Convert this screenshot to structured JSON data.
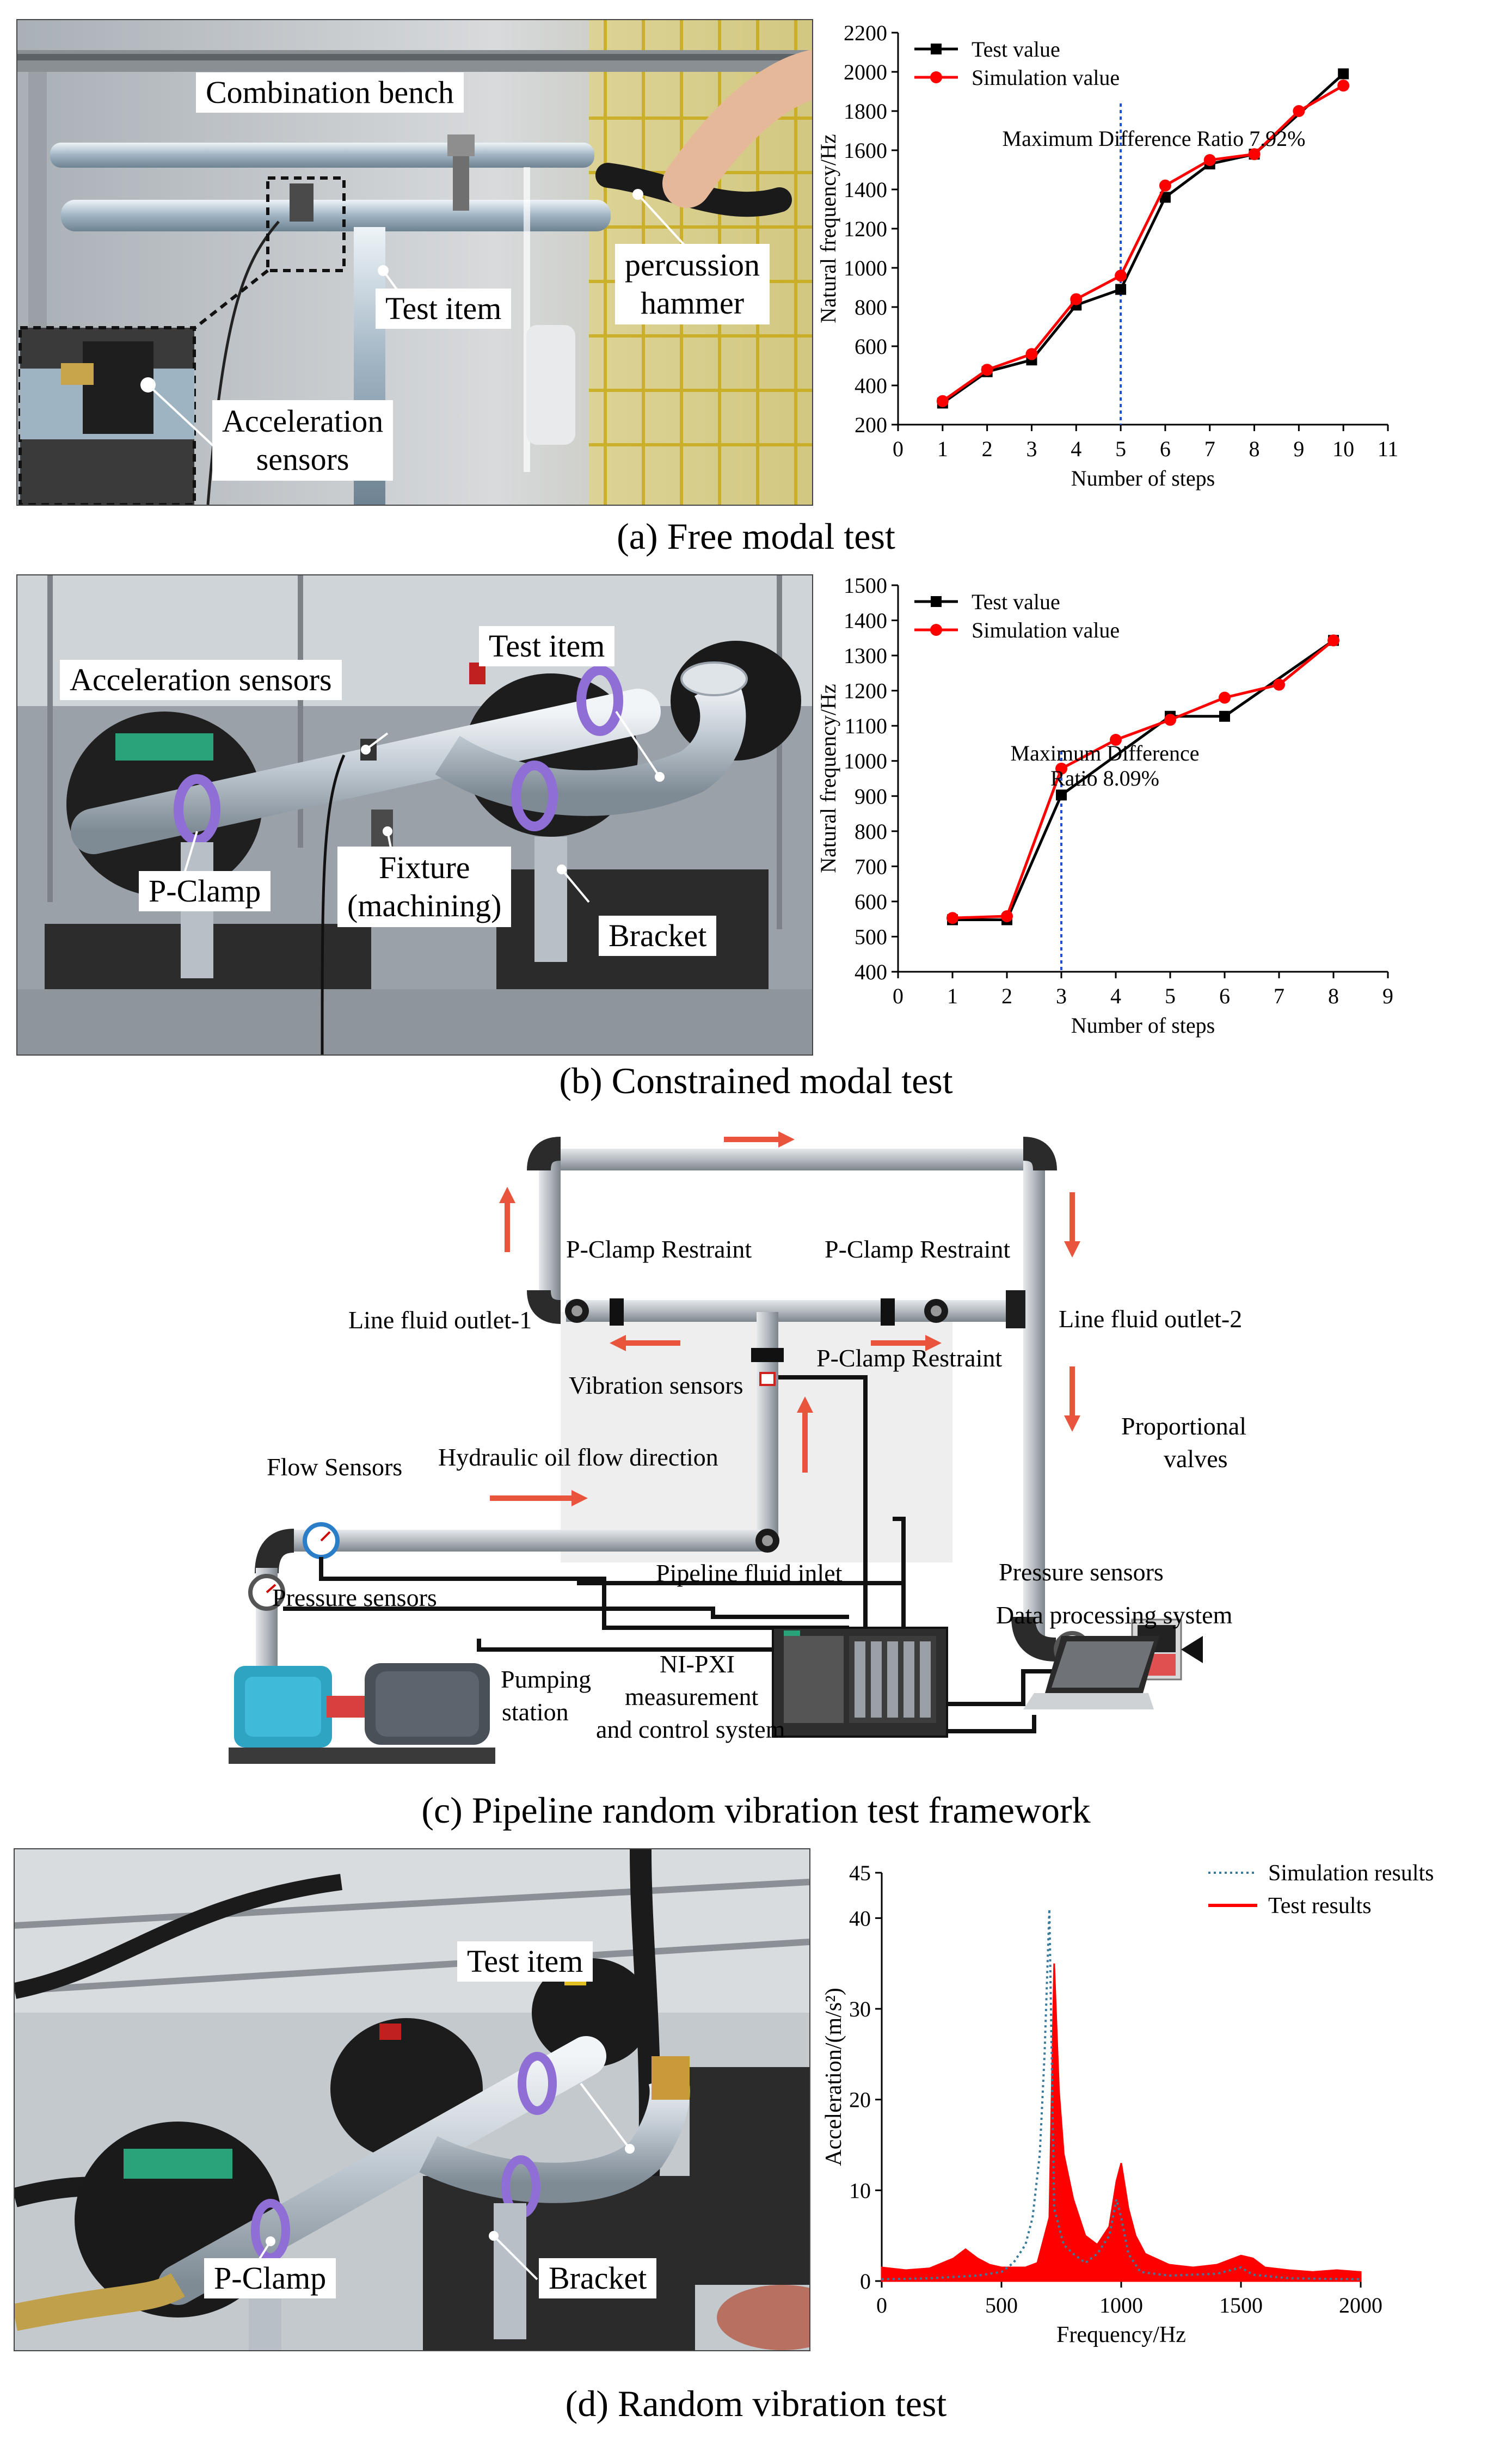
{
  "panel_a": {
    "caption": "(a) Free modal test",
    "labels": {
      "bench": "Combination bench",
      "test_item": "Test item",
      "hammer": [
        "percussion",
        "hammer"
      ],
      "sensors": [
        "Acceleration",
        "sensors"
      ]
    },
    "annotation": "Maximum Difference Ratio 7.92%"
  },
  "panel_b": {
    "caption": "(b) Constrained modal test",
    "labels": {
      "test_item": "Test item",
      "sensors": "Acceleration sensors",
      "pclamp": "P-Clamp",
      "fixture": [
        "Fixture",
        "(machining)"
      ],
      "bracket": "Bracket"
    },
    "annotation": [
      "Maximum Difference",
      "Ratio 8.09%"
    ]
  },
  "panel_c": {
    "caption": "(c) Pipeline random vibration test framework",
    "labels": {
      "pclamp1": "P-Clamp Restraint",
      "pclamp2": "P-Clamp Restraint",
      "pclamp3": "P-Clamp Restraint",
      "outlet1": "Line fluid outlet-1",
      "outlet2": "Line fluid outlet-2",
      "vibration": "Vibration sensors",
      "flow_sensors": "Flow Sensors",
      "oil_flow": "Hydraulic oil flow direction",
      "proportional": [
        "Proportional",
        "valves"
      ],
      "inlet": "Pipeline fluid inlet",
      "pressure_right": "Pressure sensors",
      "pressure_left": "Pressure sensors",
      "data_processing": "Data processing system",
      "pumping": [
        "Pumping",
        "station"
      ],
      "nipxi": [
        "NI-PXI",
        "measurement",
        "and control system"
      ]
    }
  },
  "panel_d": {
    "caption": "(d) Random vibration test",
    "labels": {
      "test_item": "Test item",
      "pclamp": "P-Clamp",
      "bracket": "Bracket"
    }
  },
  "colors": {
    "test": "#000000",
    "simulation": "#ff0000",
    "dashed": "#1f4fd6",
    "sim_psd": "#3a7a9a",
    "arrow": "#e8553c"
  },
  "chart_data": [
    {
      "type": "line",
      "xlabel": "Number of steps",
      "ylabel": "Natural frequency/Hz",
      "xlim": [
        0,
        11
      ],
      "ylim": [
        200,
        2200
      ],
      "xticks": [
        0,
        1,
        2,
        3,
        4,
        5,
        6,
        7,
        8,
        9,
        10,
        11
      ],
      "yticks": [
        200,
        400,
        600,
        800,
        1000,
        1200,
        1400,
        1600,
        1800,
        2000,
        2200
      ],
      "legend": "top-left",
      "series": [
        {
          "name": "Test value",
          "color": "#000000",
          "marker": "square",
          "x": [
            1,
            2,
            3,
            4,
            5,
            6,
            7,
            8,
            10
          ],
          "y": [
            310,
            470,
            530,
            810,
            890,
            1360,
            1530,
            1580,
            1990
          ]
        },
        {
          "name": "Simulation value",
          "color": "#ff0000",
          "marker": "circle",
          "x": [
            1,
            2,
            3,
            4,
            5,
            6,
            7,
            8,
            9,
            10
          ],
          "y": [
            320,
            480,
            560,
            840,
            960,
            1420,
            1550,
            1580,
            1800,
            1930
          ]
        }
      ],
      "vline": 5
    },
    {
      "type": "line",
      "xlabel": "Number of steps",
      "ylabel": "Natural frequency/Hz",
      "xlim": [
        0,
        9
      ],
      "ylim": [
        400,
        1500
      ],
      "xticks": [
        0,
        1,
        2,
        3,
        4,
        5,
        6,
        7,
        8,
        9
      ],
      "yticks": [
        400,
        500,
        600,
        700,
        800,
        900,
        1000,
        1100,
        1200,
        1300,
        1400,
        1500
      ],
      "legend": "top-left",
      "series": [
        {
          "name": "Test value",
          "color": "#000000",
          "marker": "square",
          "x": [
            1,
            2,
            3,
            5,
            6,
            8
          ],
          "y": [
            548,
            548,
            903,
            1127,
            1127,
            1343
          ]
        },
        {
          "name": "Simulation value",
          "color": "#ff0000",
          "marker": "circle",
          "x": [
            1,
            2,
            3,
            4,
            5,
            6,
            7,
            8
          ],
          "y": [
            553,
            558,
            978,
            1060,
            1117,
            1180,
            1217,
            1343
          ]
        }
      ],
      "vline": 3
    },
    {
      "type": "area",
      "xlabel": "Frequency/Hz",
      "ylabel": "Acceleration/(m/s²)",
      "xlim": [
        0,
        2000
      ],
      "ylim": [
        0,
        45
      ],
      "xticks": [
        0,
        500,
        1000,
        1500,
        2000
      ],
      "yticks": [
        0,
        10,
        20,
        30,
        40,
        45
      ],
      "legend": "top-right",
      "series": [
        {
          "name": "Simulation results",
          "color": "#3a7a9a",
          "style": "dotted",
          "x": [
            0,
            200,
            400,
            500,
            550,
            600,
            630,
            660,
            680,
            700,
            720,
            760,
            800,
            850,
            900,
            950,
            980,
            1000,
            1030,
            1080,
            1200,
            1400,
            1500,
            1550,
            1700,
            2000
          ],
          "y": [
            0.2,
            0.3,
            0.6,
            1.0,
            2.0,
            4.0,
            7.0,
            14.0,
            25.0,
            41.0,
            8.0,
            4.0,
            3.0,
            2.0,
            3.0,
            5.0,
            9.0,
            7.0,
            3.0,
            1.0,
            0.6,
            0.8,
            1.5,
            0.7,
            0.3,
            0.2
          ]
        },
        {
          "name": "Test results",
          "color": "#ff0000",
          "style": "filled",
          "x": [
            0,
            100,
            200,
            300,
            350,
            400,
            450,
            500,
            600,
            650,
            700,
            720,
            740,
            760,
            800,
            850,
            900,
            950,
            980,
            1000,
            1030,
            1060,
            1100,
            1200,
            1300,
            1400,
            1500,
            1550,
            1600,
            1700,
            1800,
            1900,
            2000
          ],
          "y": [
            1.5,
            1.2,
            1.4,
            2.5,
            3.5,
            2.5,
            1.8,
            1.5,
            1.5,
            2.0,
            7.0,
            35.0,
            21.0,
            14.0,
            9.0,
            5.0,
            4.0,
            6.0,
            11.0,
            13.0,
            8.0,
            5.0,
            3.0,
            1.8,
            1.5,
            1.8,
            2.8,
            2.5,
            1.5,
            1.2,
            1.0,
            1.2,
            1.0
          ]
        }
      ]
    }
  ]
}
